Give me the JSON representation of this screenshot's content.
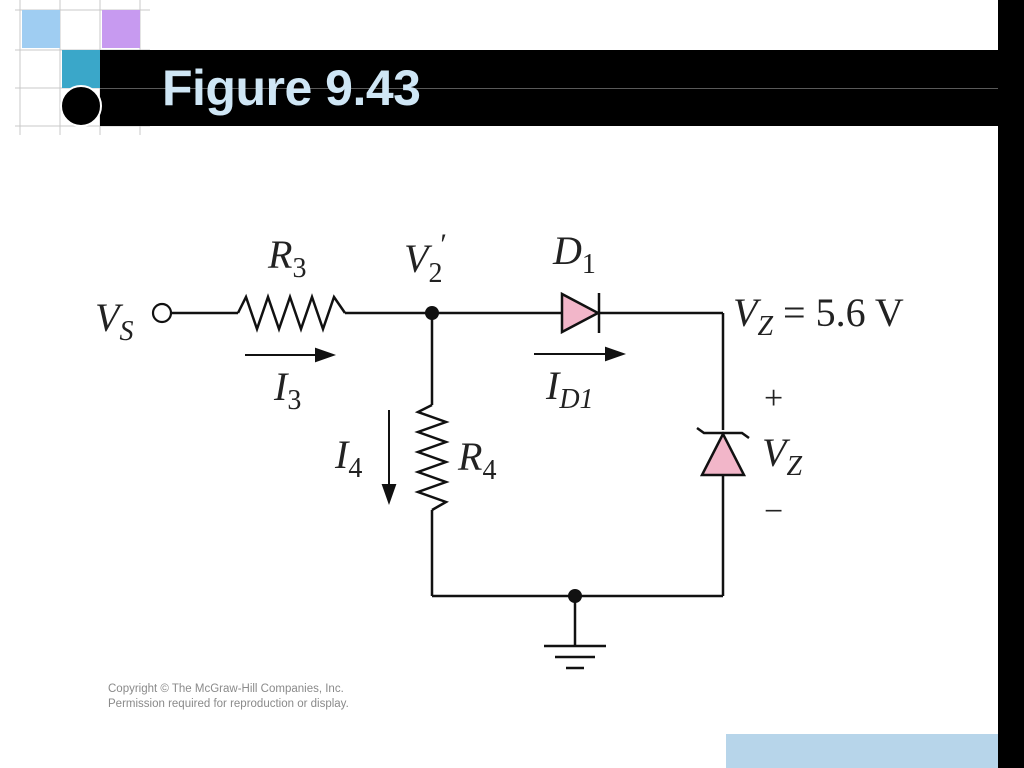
{
  "slide": {
    "title": "Figure 9.43",
    "copyright_line1": "Copyright © The McGraw-Hill Companies, Inc.",
    "copyright_line2": "Permission required for reproduction or display."
  },
  "circuit": {
    "vs": {
      "main": "V",
      "sub": "S"
    },
    "r3": {
      "main": "R",
      "sub": "3"
    },
    "v2": {
      "main": "V",
      "sub": "2",
      "sup": "′"
    },
    "d1": {
      "main": "D",
      "sub": "1"
    },
    "vz_value": {
      "main": "V",
      "sub": "Z",
      "rest": " = 5.6 V"
    },
    "i3": {
      "main": "I",
      "sub": "3"
    },
    "id1": {
      "main": "I",
      "sub": "D1"
    },
    "i4": {
      "main": "I",
      "sub": "4"
    },
    "r4": {
      "main": "R",
      "sub": "4"
    },
    "vz_plus": "+",
    "vz": {
      "main": "V",
      "sub": "Z"
    },
    "vz_minus": "−"
  },
  "colors": {
    "diode_fill": "#f2b6c9",
    "title_text": "#cfe6f5",
    "deco_lightblue": "#9fcdf2",
    "deco_purple": "#c79af0",
    "deco_teal": "#3aa7c9",
    "bottom_box": "#b7d5ea"
  }
}
